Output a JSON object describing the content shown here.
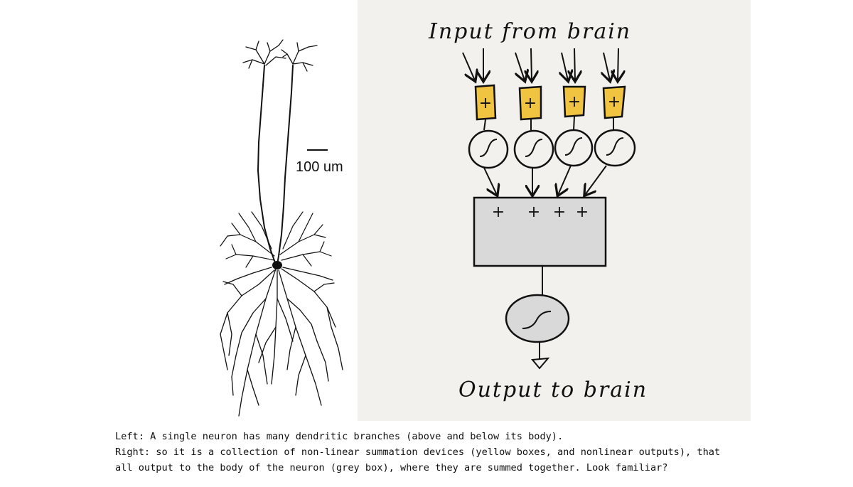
{
  "neuron_image": {
    "scale_bar_label": "100 um"
  },
  "diagram": {
    "input_label": "Input from brain",
    "output_label": "Output to brain",
    "branch_symbol": "+",
    "body_symbol": "+",
    "colors": {
      "branch_box": "#f0c440",
      "body_box": "#d9d9d9",
      "panel_background": "#f2f1ee",
      "ink": "#111111"
    },
    "branch_count": 4
  },
  "caption": {
    "line1": "Left: A single neuron has many dendritic branches (above and below its body).",
    "line2": "Right: so it is a collection of non-linear summation devices (yellow boxes, and nonlinear outputs), that",
    "line3": "all output to the body of the neuron (grey box), where they are summed together. Look familiar?"
  }
}
